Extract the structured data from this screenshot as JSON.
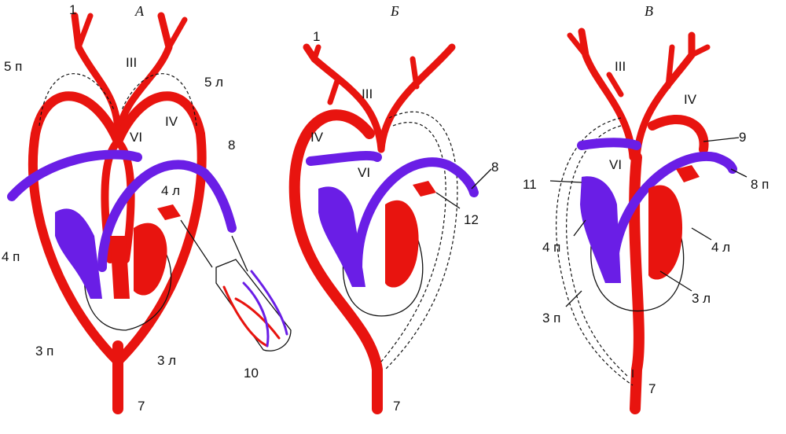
{
  "colors": {
    "artery": "#e8140f",
    "vein": "#6a1ee6",
    "line": "#111111"
  },
  "panels": [
    {
      "title": "А",
      "labels": {
        "l1": "1",
        "l3": "III",
        "l5p": "5 п",
        "l5l": "5 л",
        "l4": "IV",
        "l6": "VI",
        "l8": "8",
        "l4l": "4 л",
        "l4p": "4 п",
        "l3p": "3 п",
        "l3l": "3 л",
        "l10": "10",
        "l7": "7"
      }
    },
    {
      "title": "Б",
      "labels": {
        "l1": "1",
        "l3": "III",
        "l4": "IV",
        "l6": "VI",
        "l8": "8",
        "l12": "12",
        "l7": "7"
      }
    },
    {
      "title": "В",
      "labels": {
        "l3": "III",
        "l4": "IV",
        "l9": "9",
        "l6": "VI",
        "l8p": "8 п",
        "l11": "11",
        "l4p": "4 п",
        "l4l": "4 л",
        "l3l": "3 л",
        "l3p": "3 п",
        "l7": "7"
      }
    }
  ]
}
